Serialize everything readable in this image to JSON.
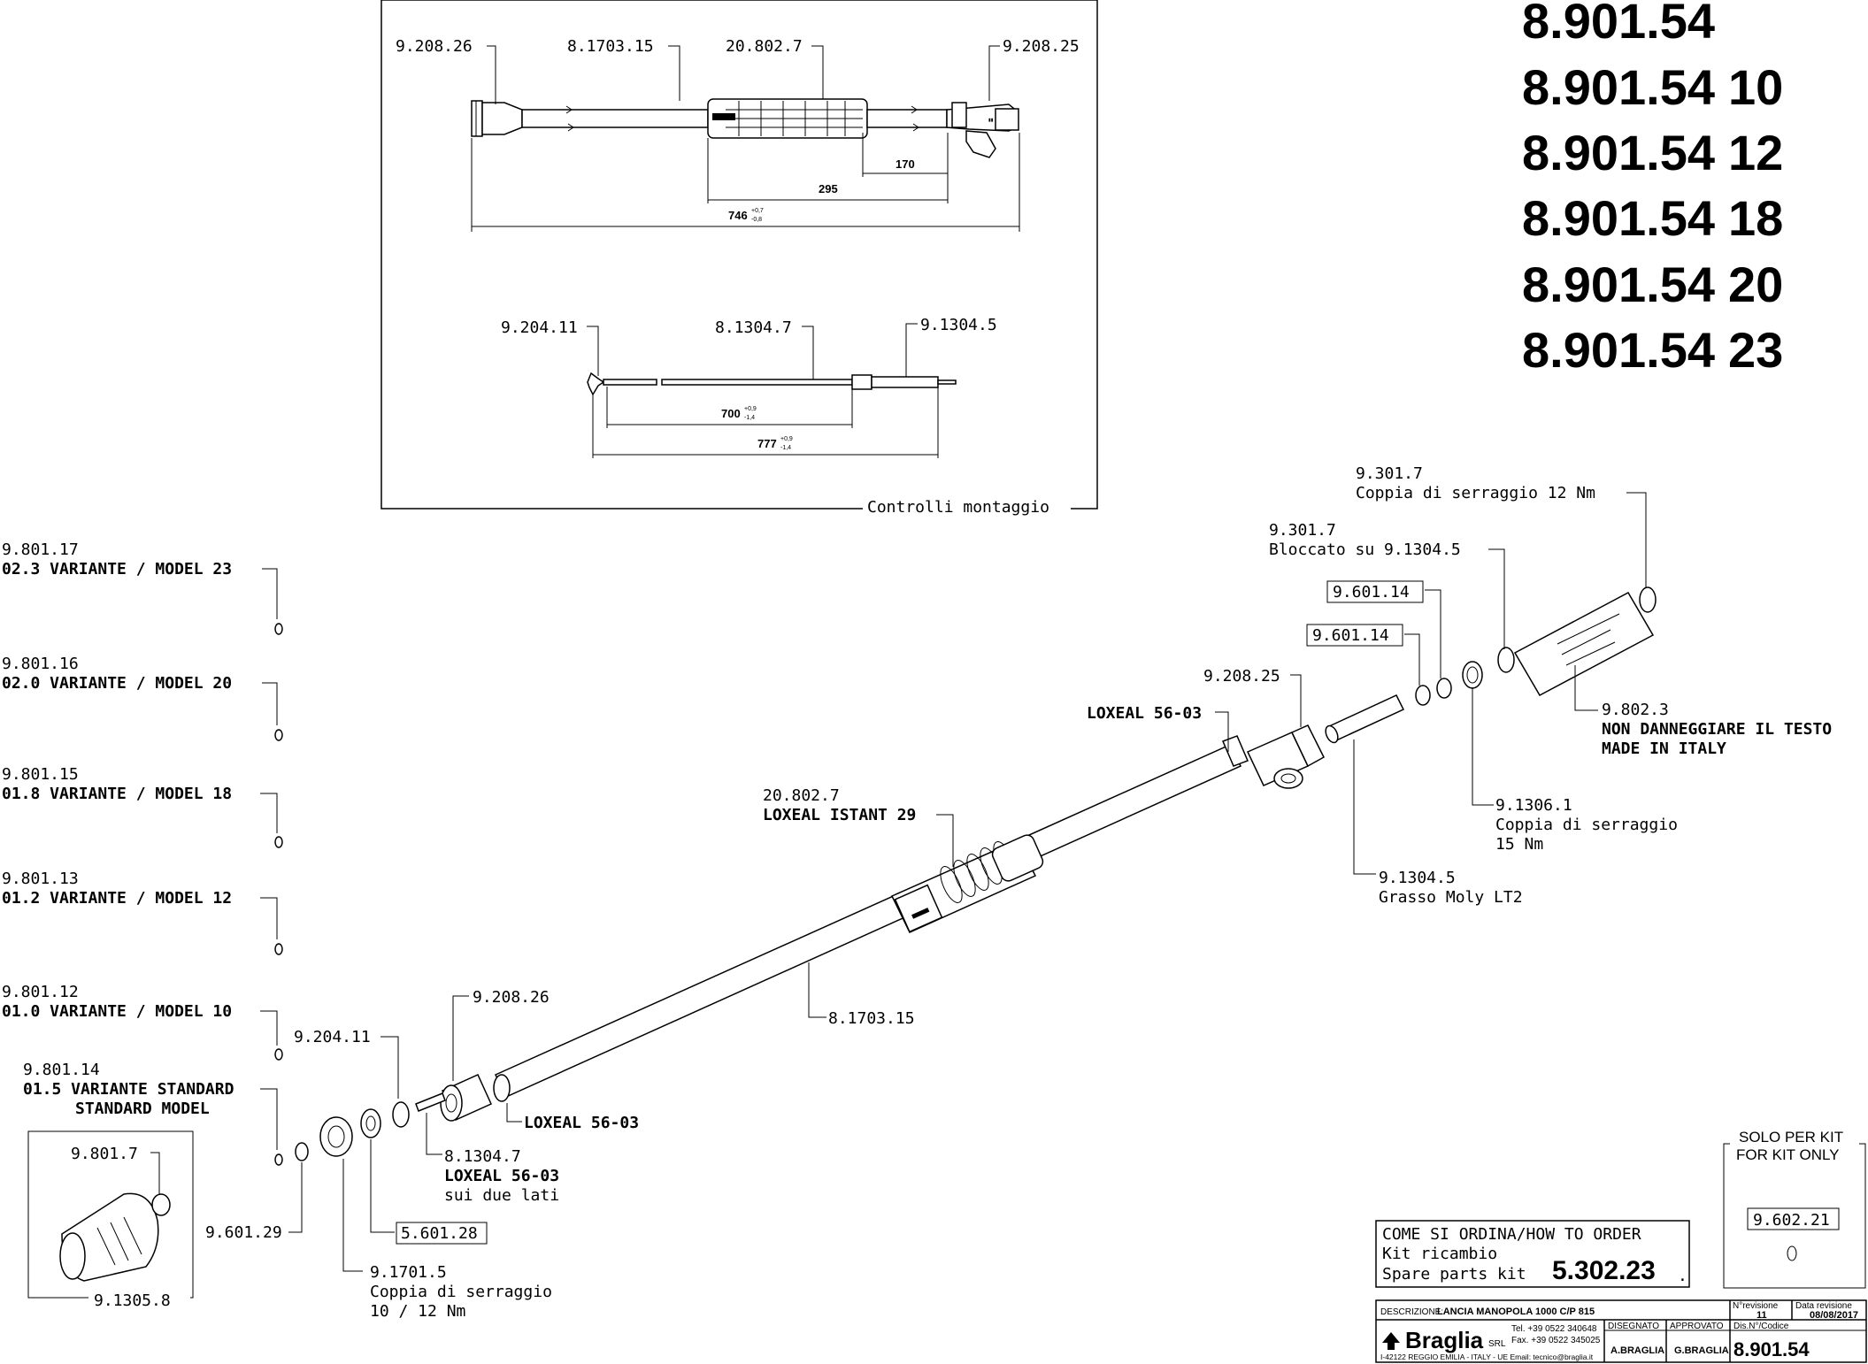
{
  "codes": [
    {
      "base": "8.901.54",
      "variant": ""
    },
    {
      "base": "8.901.54",
      "variant": "10"
    },
    {
      "base": "8.901.54",
      "variant": "12"
    },
    {
      "base": "8.901.54",
      "variant": "18"
    },
    {
      "base": "8.901.54",
      "variant": "20"
    },
    {
      "base": "8.901.54",
      "variant": "23"
    }
  ],
  "assembly_box": {
    "caption": "Controlli montaggio",
    "upper": {
      "labels": [
        "9.208.26",
        "8.1703.15",
        "20.802.7",
        "9.208.25"
      ],
      "dims": [
        "170",
        "295",
        "746"
      ],
      "tol_746": [
        "+0,7",
        "-0,8"
      ]
    },
    "lower": {
      "labels": [
        "9.204.11",
        "8.1304.7",
        "9.1304.5"
      ],
      "dims": [
        "700",
        "777"
      ],
      "tol_700": [
        "+0,9",
        "-1,4"
      ],
      "tol_777": [
        "+0,9",
        "-1,4"
      ]
    }
  },
  "nozzles": [
    {
      "code": "9.801.17",
      "desc": "02.3 VARIANTE / MODEL 23"
    },
    {
      "code": "9.801.16",
      "desc": "02.0 VARIANTE / MODEL 20"
    },
    {
      "code": "9.801.15",
      "desc": "01.8 VARIANTE / MODEL 18"
    },
    {
      "code": "9.801.13",
      "desc": "01.2 VARIANTE / MODEL 12"
    },
    {
      "code": "9.801.12",
      "desc": "01.0 VARIANTE / MODEL 10"
    },
    {
      "code": "9.801.14",
      "desc": "01.5 VARIANTE STANDARD",
      "desc2": "STANDARD MODEL"
    }
  ],
  "callouts": {
    "c9301_7_top": "9.301.7",
    "c_coppia12": "Coppia di serraggio 12 Nm",
    "c9301_7": "9.301.7",
    "c_bloccato": "Bloccato su 9.1304.5",
    "c9601_14_a": "9.601.14",
    "c9601_14_b": "9.601.14",
    "c9208_25": "9.208.25",
    "c_loxeal_top": "LOXEAL 56-03",
    "c9802_3": "9.802.3",
    "c_nondann": "NON DANNEGGIARE IL TESTO",
    "c_madein": "MADE IN ITALY",
    "c9306_1": "9.1306.1",
    "c_coppia15a": "Coppia di serraggio",
    "c_coppia15b": "15 Nm",
    "c1304_5": "9.1304.5",
    "c_grasso": "Grasso Moly LT2",
    "c20802_7": "20.802.7",
    "c_loxeal_ist": "LOXEAL ISTANT 29",
    "c1703_15": "8.1703.15",
    "c9208_26": "9.208.26",
    "c9204_11": "9.204.11",
    "c_loxeal_bot": "LOXEAL 56-03",
    "c1304_7": "8.1304.7",
    "c_loxeal_lati": "LOXEAL 56-03",
    "c_duelati": "sui due lati",
    "c5601_28": "5.601.28",
    "c9601_29": "9.601.29",
    "c1701_5": "9.1701.5",
    "c_coppia10a": "Coppia di serraggio",
    "c_coppia10b": "10 / 12 Nm",
    "c9801_7": "9.801.7",
    "c1305_8": "9.1305.8"
  },
  "kit_only": {
    "title1": "SOLO PER KIT",
    "title2": "FOR KIT ONLY",
    "code": "9.602.21"
  },
  "order": {
    "title": "COME SI ORDINA/HOW TO ORDER",
    "line1": "Kit ricambio",
    "line2": "Spare parts kit",
    "kit_code": "5.302.23",
    "dot": "."
  },
  "title_block": {
    "desc_label": "DESCRIZIONE:",
    "desc_value": "LANCIA MANOPOLA 1000 C/P 815",
    "rev_label": "N°revisione",
    "rev_value": "11",
    "date_label": "Data revisione",
    "date_value": "08/08/2017",
    "brand": "Braglia",
    "brand_suffix": "SRL",
    "tel": "Tel. +39 0522 340648",
    "fax": "Fax. +39 0522 345025",
    "address": "I-42122 REGGIO EMILIA - ITALY - UE Email: tecnico@braglia.it",
    "drawn_label": "DISEGNATO",
    "drawn_value": "A.BRAGLIA",
    "approved_label": "APPROVATO",
    "approved_value": "G.BRAGLIA",
    "code_label": "Dis.N°/Codice",
    "code_value": "8.901.54"
  }
}
